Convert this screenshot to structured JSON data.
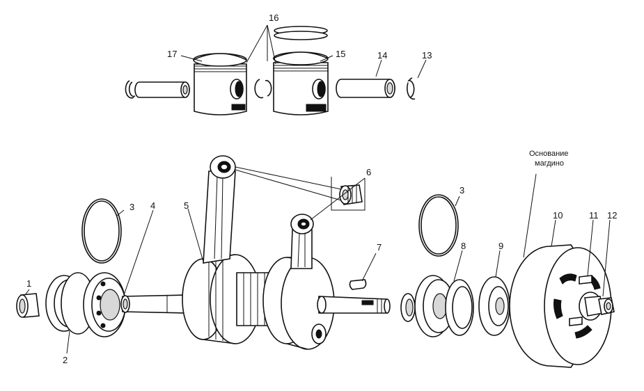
{
  "labels": {
    "l1": "1",
    "l2": "2",
    "l3a": "3",
    "l3b": "3",
    "l4": "4",
    "l5": "5",
    "l6": "6",
    "l7": "7",
    "l8": "8",
    "l9": "9",
    "l10": "10",
    "l11": "11",
    "l12": "12",
    "l13": "13",
    "l14": "14",
    "l15": "15",
    "l16": "16",
    "l17": "17"
  },
  "note": {
    "line1": "Основание",
    "line2": "магдино"
  }
}
